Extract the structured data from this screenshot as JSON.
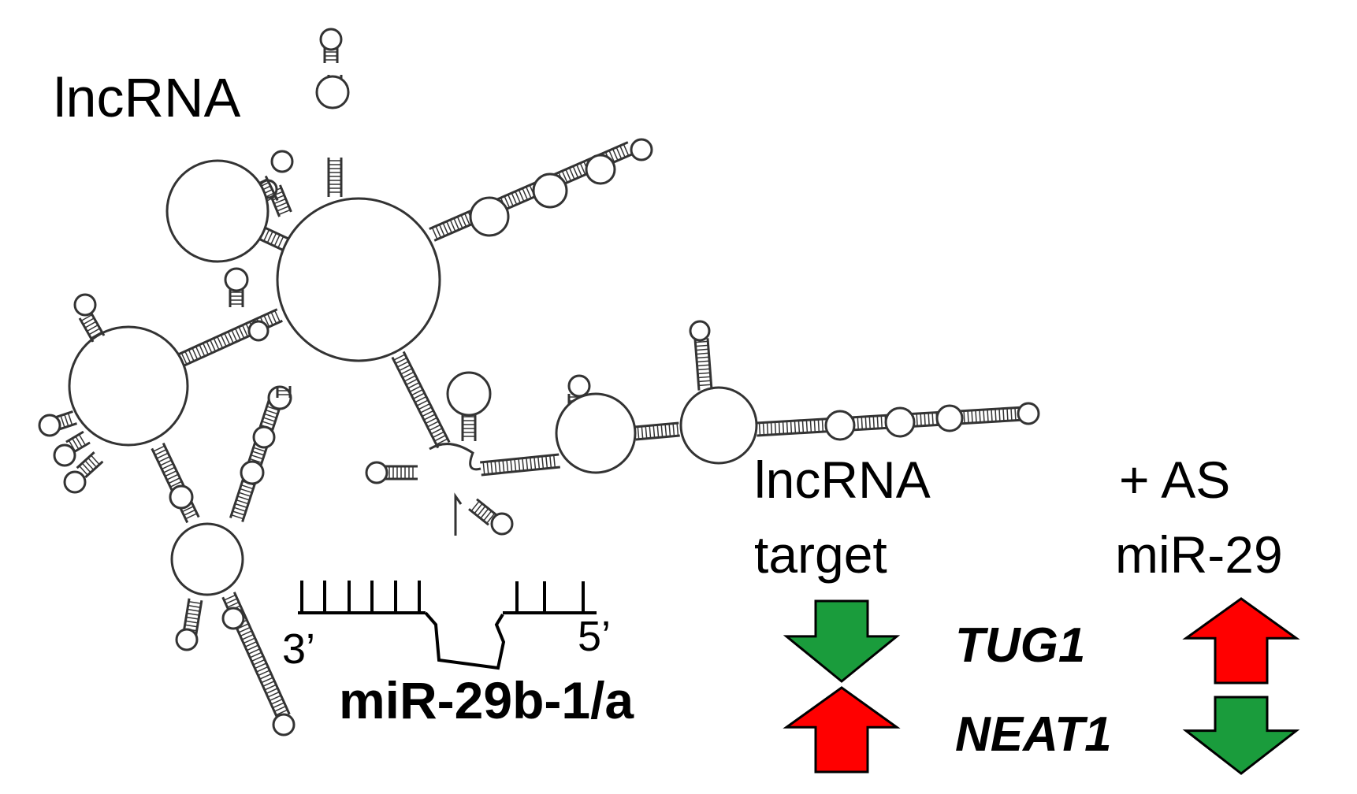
{
  "labels": {
    "lncrna_title": "lncRNA",
    "end_3prime": "3’",
    "end_5prime": "5’",
    "mirna_name": "miR-29b-1/a",
    "column_target_line1": "lncRNA",
    "column_target_line2": "target",
    "column_as_line1": "+ AS",
    "column_as_line2": "miR-29"
  },
  "genes": [
    {
      "name": "TUG1",
      "lncrna_target": "down",
      "with_as_mir29": "up"
    },
    {
      "name": "NEAT1",
      "lncrna_target": "up",
      "with_as_mir29": "down"
    }
  ],
  "colors": {
    "down_arrow": "#1a9c3c",
    "up_arrow": "#ff0000",
    "structure_line": "#333333"
  },
  "icons": {
    "down": "green-down-arrow-icon",
    "up": "red-up-arrow-icon"
  }
}
